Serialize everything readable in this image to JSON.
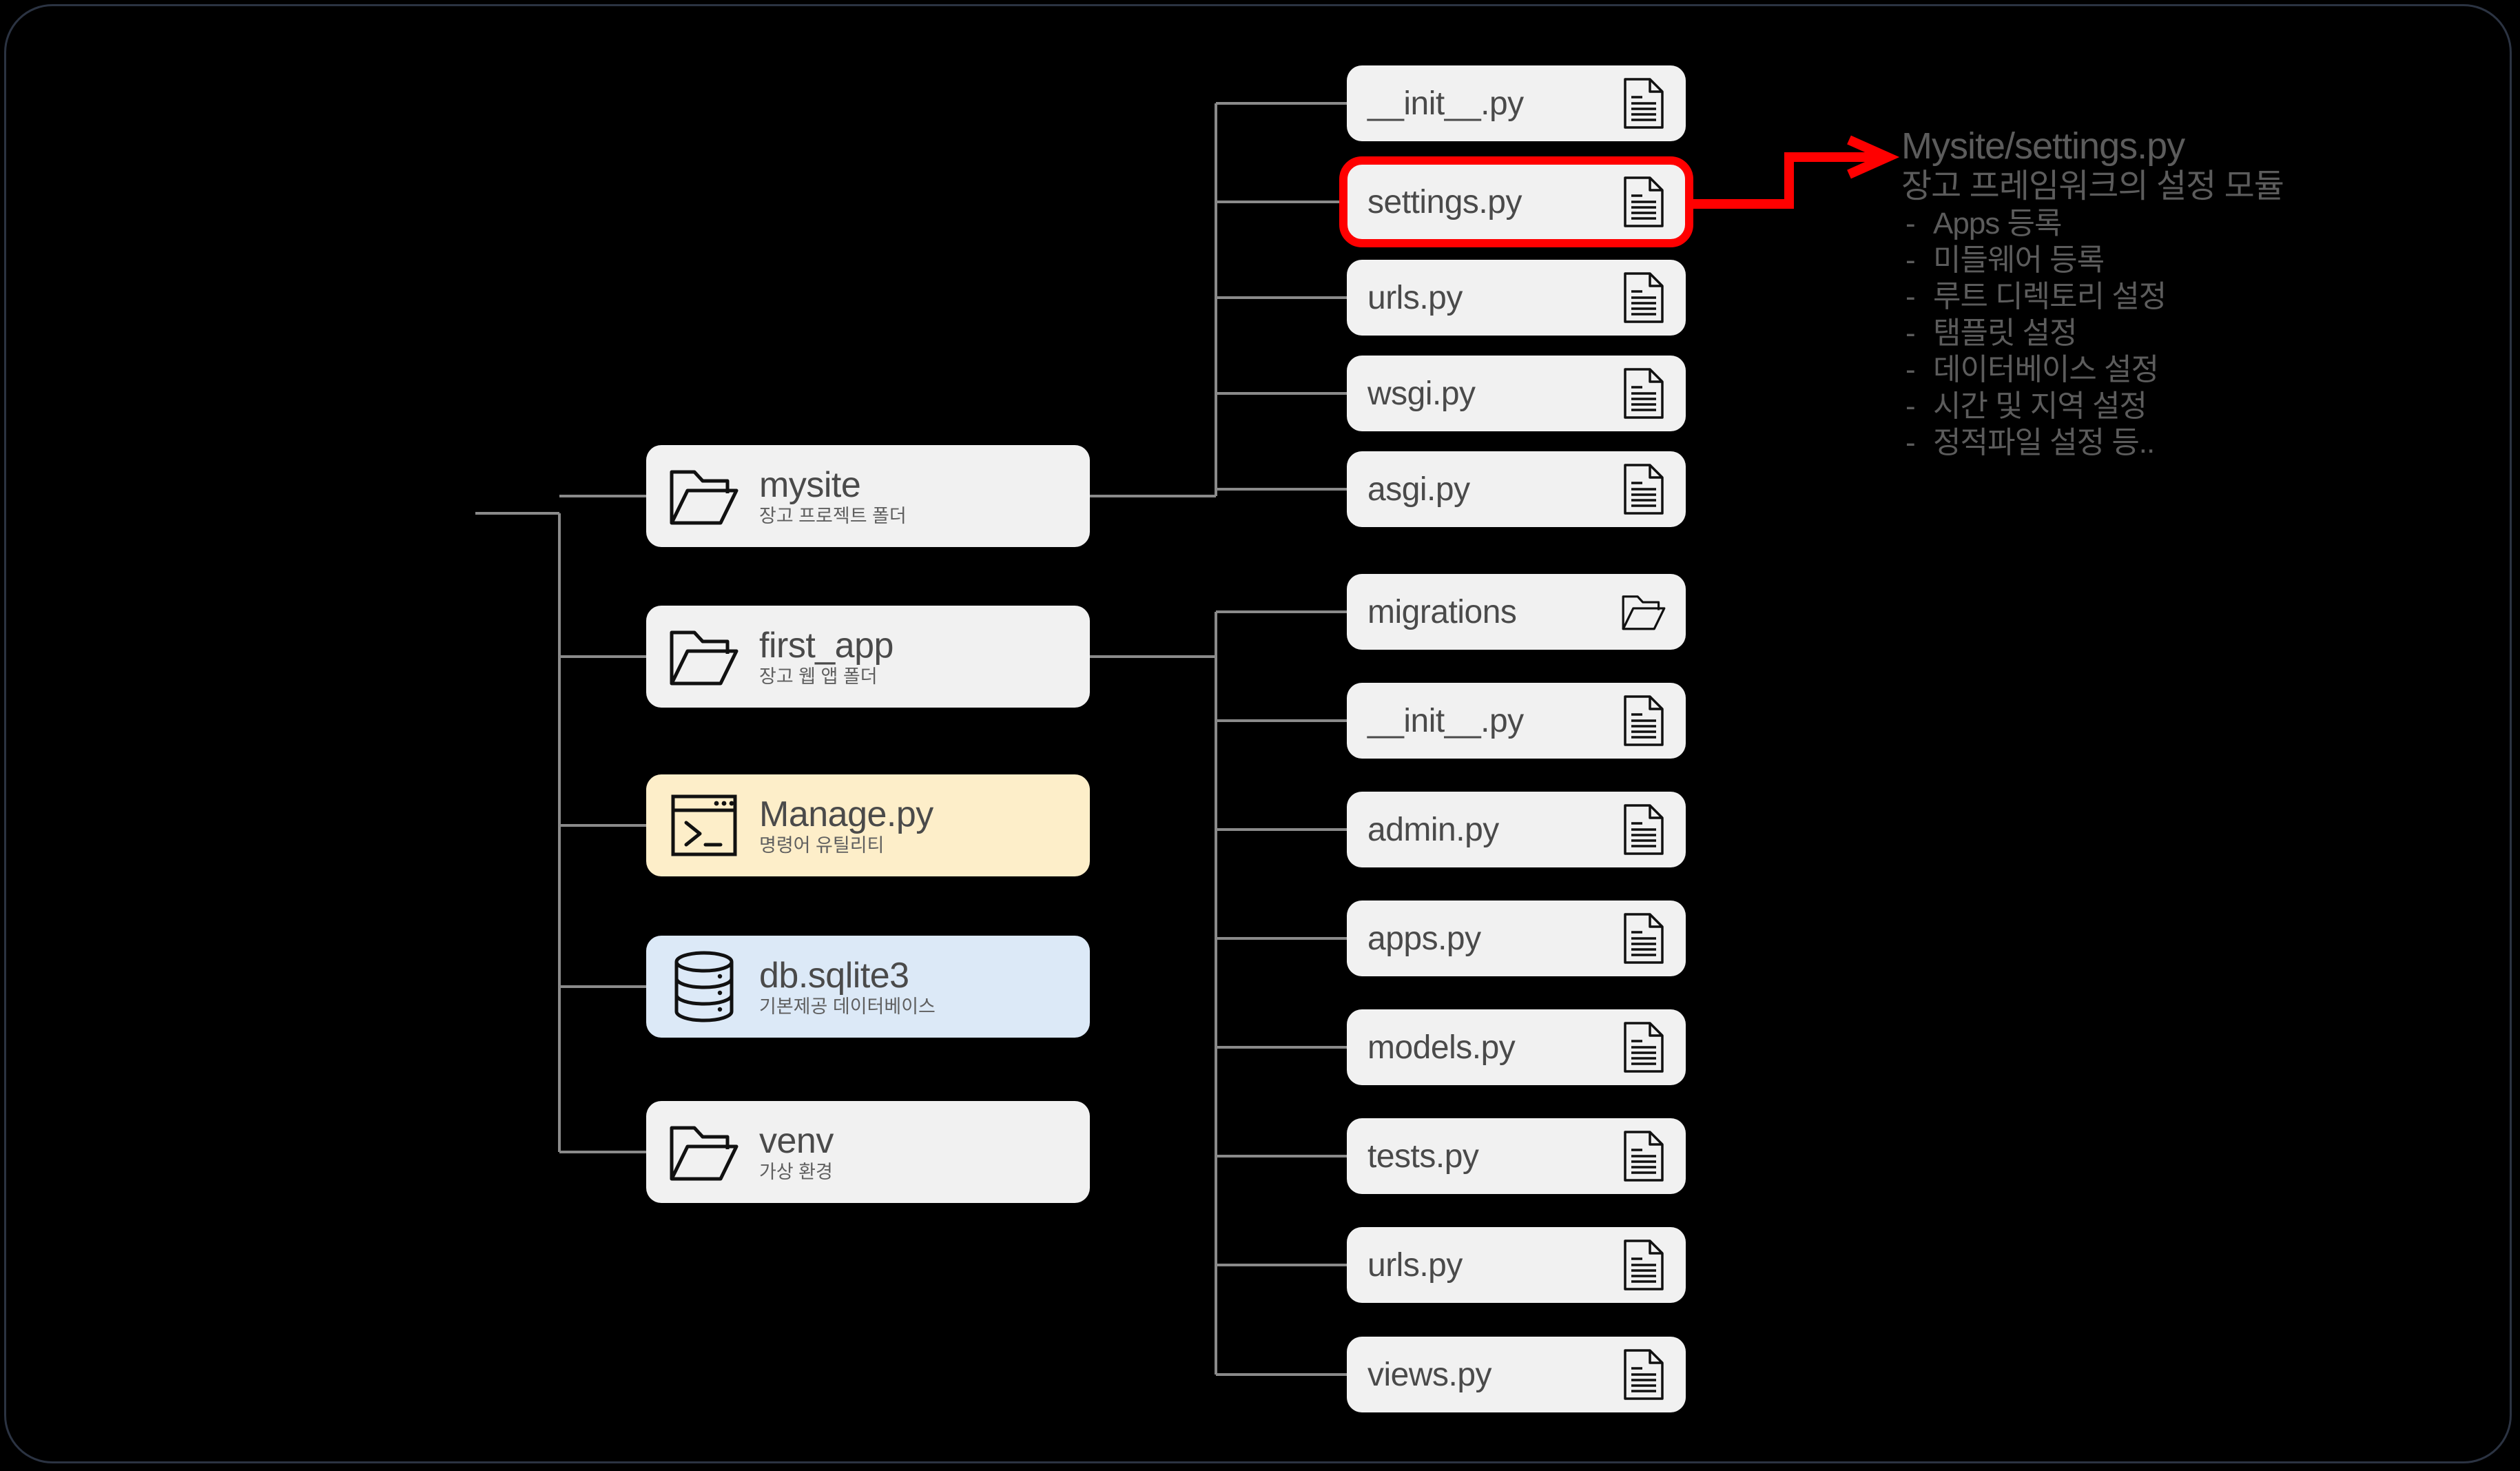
{
  "diagram": {
    "title": "Django project folder structure",
    "background_color": "#000000",
    "frame_color": "#2b3342",
    "highlight_color": "#ff0000",
    "card_color": "#f1f1f1",
    "card_color_yellow": "#fdeec9",
    "card_color_blue": "#dce9f7",
    "connector_color": "#8a8a8a"
  },
  "root_nodes": [
    {
      "id": "mysite",
      "name": "mysite",
      "desc": "장고 프로젝트 폴더",
      "icon": "folder-icon",
      "tone": "default"
    },
    {
      "id": "first_app",
      "name": "first_app",
      "desc": "장고 웹 앱 폴더",
      "icon": "folder-icon",
      "tone": "default"
    },
    {
      "id": "manage_py",
      "name": "Manage.py",
      "desc": "명령어 유틸리티",
      "icon": "terminal-icon",
      "tone": "yellow"
    },
    {
      "id": "db_sqlite3",
      "name": "db.sqlite3",
      "desc": "기본제공 데이터베이스",
      "icon": "database-icon",
      "tone": "blue"
    },
    {
      "id": "venv",
      "name": "venv",
      "desc": "가상 환경",
      "icon": "folder-icon",
      "tone": "default"
    }
  ],
  "mysite_children": [
    {
      "name": "__init__.py",
      "icon": "file-icon",
      "highlighted": false
    },
    {
      "name": "settings.py",
      "icon": "file-icon",
      "highlighted": true
    },
    {
      "name": "urls.py",
      "icon": "file-icon",
      "highlighted": false
    },
    {
      "name": "wsgi.py",
      "icon": "file-icon",
      "highlighted": false
    },
    {
      "name": "asgi.py",
      "icon": "file-icon",
      "highlighted": false
    }
  ],
  "first_app_children": [
    {
      "name": "migrations",
      "icon": "folder-icon"
    },
    {
      "name": "__init__.py",
      "icon": "file-icon"
    },
    {
      "name": "admin.py",
      "icon": "file-icon"
    },
    {
      "name": "apps.py",
      "icon": "file-icon"
    },
    {
      "name": "models.py",
      "icon": "file-icon"
    },
    {
      "name": "tests.py",
      "icon": "file-icon"
    },
    {
      "name": "urls.py",
      "icon": "file-icon"
    },
    {
      "name": "views.py",
      "icon": "file-icon"
    }
  ],
  "annotation": {
    "arrow": "red-arrow-icon",
    "path": "Mysite/settings.py",
    "subtitle": "장고 프레임워크의 설정 모듈",
    "bullets": [
      "Apps 등록",
      "미들웨어 등록",
      "루트 디렉토리 설정",
      "탬플릿 설정",
      "데이터베이스 설정",
      "시간 및 지역 설정",
      "정적파일 설정 등.."
    ]
  }
}
